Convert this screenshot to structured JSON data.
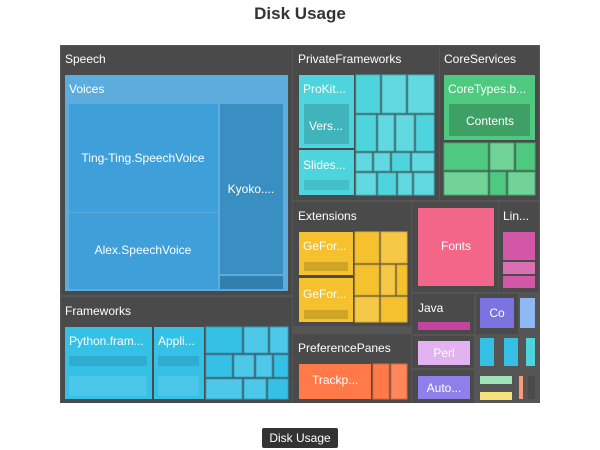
{
  "title": "Disk Usage",
  "breadcrumb": "Disk Usage",
  "chart_data": {
    "type": "treemap",
    "title": "Disk Usage",
    "groups": [
      {
        "name": "Speech",
        "color": "#3f9fd8",
        "children": [
          {
            "name": "Voices",
            "children": [
              {
                "name": "Ting-Ting.SpeechVoice"
              },
              {
                "name": "Kyoko...."
              },
              {
                "name": "Alex.SpeechVoice"
              }
            ]
          }
        ]
      },
      {
        "name": "PrivateFrameworks",
        "color": "#4dd4dc",
        "children": [
          {
            "name": "ProKit..."
          },
          {
            "name": "Vers..."
          },
          {
            "name": "Slides..."
          }
        ]
      },
      {
        "name": "CoreServices",
        "color": "#4fc880",
        "children": [
          {
            "name": "CoreTypes.b..."
          },
          {
            "name": "Contents"
          }
        ]
      },
      {
        "name": "Extensions",
        "color": "#f5c12e",
        "children": [
          {
            "name": "GeFor..."
          },
          {
            "name": "GeFor..."
          }
        ]
      },
      {
        "name": "Fonts",
        "color": "#f2668a"
      },
      {
        "name": "Lin...",
        "color": "#d257a6"
      },
      {
        "name": "Frameworks",
        "color": "#35c0e5",
        "children": [
          {
            "name": "Python.fram..."
          },
          {
            "name": "Appli..."
          }
        ]
      },
      {
        "name": "Java",
        "color": "#c2449c"
      },
      {
        "name": "Co",
        "color": "#7b73e0"
      },
      {
        "name": "PreferencePanes",
        "color": "#ff7a48",
        "children": [
          {
            "name": "Trackp..."
          }
        ]
      },
      {
        "name": "Perl",
        "color": "#e3b2f0"
      },
      {
        "name": "Auto...",
        "color": "#8e80ea"
      }
    ]
  }
}
